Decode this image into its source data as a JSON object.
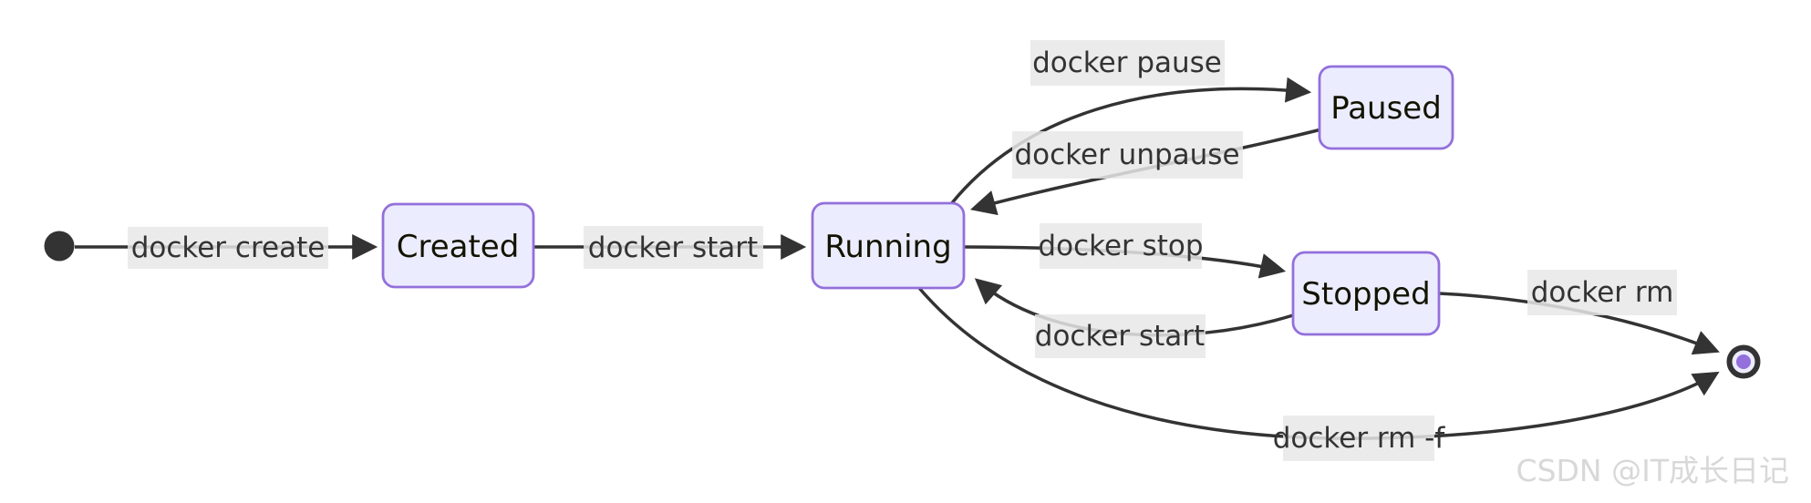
{
  "diagram": {
    "kind": "state-diagram",
    "subject": "Docker container lifecycle",
    "states": [
      {
        "id": "initial",
        "type": "initial-pseudostate",
        "label": ""
      },
      {
        "id": "Created",
        "type": "state",
        "label": "Created"
      },
      {
        "id": "Running",
        "type": "state",
        "label": "Running"
      },
      {
        "id": "Paused",
        "type": "state",
        "label": "Paused"
      },
      {
        "id": "Stopped",
        "type": "state",
        "label": "Stopped"
      },
      {
        "id": "final",
        "type": "final-pseudostate",
        "label": ""
      }
    ],
    "transitions": [
      {
        "from": "initial",
        "to": "Created",
        "label": "docker create"
      },
      {
        "from": "Created",
        "to": "Running",
        "label": "docker start"
      },
      {
        "from": "Running",
        "to": "Paused",
        "label": "docker pause"
      },
      {
        "from": "Paused",
        "to": "Running",
        "label": "docker unpause"
      },
      {
        "from": "Running",
        "to": "Stopped",
        "label": "docker stop"
      },
      {
        "from": "Stopped",
        "to": "Running",
        "label": "docker start"
      },
      {
        "from": "Stopped",
        "to": "final",
        "label": "docker rm"
      },
      {
        "from": "Running",
        "to": "final",
        "label": "docker rm -f"
      }
    ],
    "colors": {
      "state_fill": "#ECECFF",
      "state_border": "#9370DB",
      "edge": "#333333",
      "edge_label_background": "#e8e8e8",
      "state_text": "#131300",
      "edge_label_text": "#333333",
      "final_dot": "#9370DB",
      "watermark_text": "#d8d8d8",
      "background": "#ffffff"
    },
    "watermark": "CSDN @IT成长日记"
  }
}
